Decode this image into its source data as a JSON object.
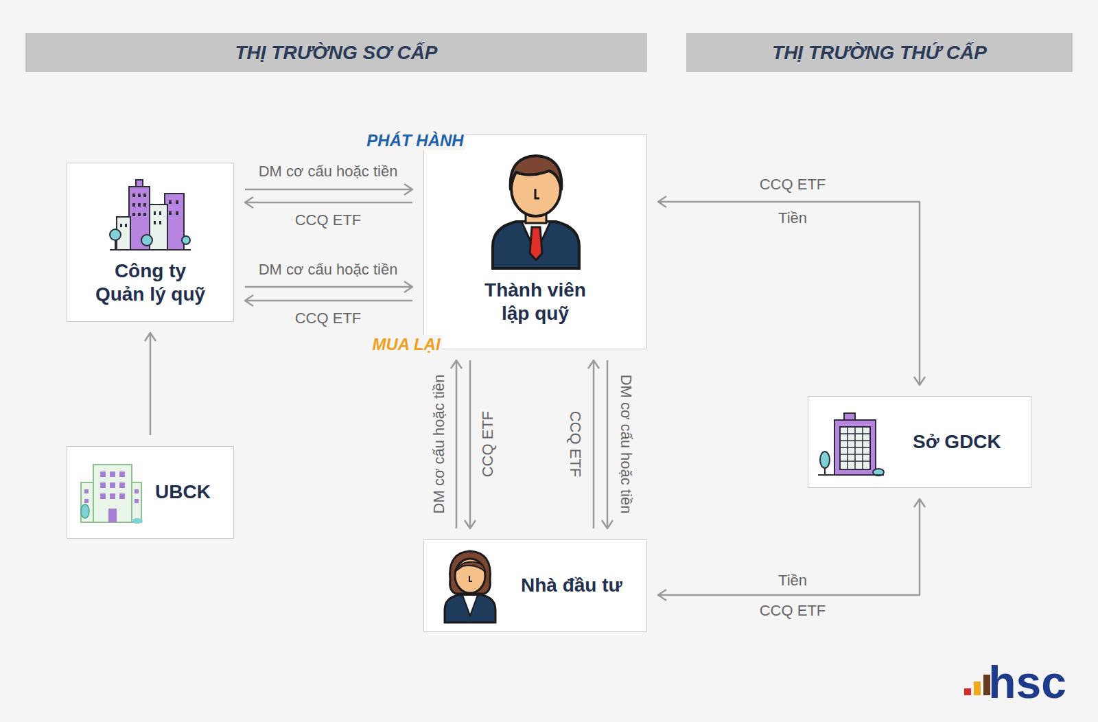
{
  "diagram": {
    "nodes": [
      {
        "text": [
          "THỊ TRƯỜNG SƠ CẤP"
        ]
      },
      {
        "text": [
          "THỊ TRƯỜNG THỨ CẤP"
        ]
      },
      {
        "text": [
          "Công ty Quản lý quỹ"
        ]
      },
      {
        "text": [
          "Thành viên lập quỹ"
        ]
      },
      {
        "text": [
          "Sở GDCK"
        ]
      },
      {
        "text": [
          "UBCK"
        ]
      },
      {
        "text": [
          "Nhà đầu tư"
        ]
      }
    ],
    "edges": [
      {
        "from": 2,
        "to": 3,
        "arrow": "to",
        "label": "DM cơ cấu hoặc tiền"
      },
      {
        "from": 3,
        "to": 2,
        "arrow": "to",
        "label": "CCQ ETF"
      },
      {
        "from": 2,
        "to": 3,
        "arrow": "to",
        "label": "DM cơ cấu hoặc tiền"
      },
      {
        "from": 3,
        "to": 2,
        "arrow": "to",
        "label": "CCQ ETF"
      },
      {
        "from": 5,
        "to": 2,
        "arrow": "to"
      },
      {
        "from": 6,
        "to": 3,
        "arrow": "to",
        "label": "DM cơ cấu hoặc tiền"
      },
      {
        "from": 3,
        "to": 6,
        "arrow": "to",
        "label": "CCQ ETF"
      },
      {
        "from": 6,
        "to": 3,
        "arrow": "to",
        "label": "CCQ ETF"
      },
      {
        "from": 3,
        "to": 6,
        "arrow": "to",
        "label": "DM cơ cấu hoặc tiền"
      },
      {
        "from": 3,
        "to": 4,
        "arrow": "both",
        "label": "CCQ ETF"
      },
      {
        "from": 6,
        "to": 4,
        "arrow": "both",
        "label": "Tiền"
      }
    ],
    "labels": [
      "PHÁT HÀNH",
      "MUA LẠI",
      "Tiền",
      "CCQ ETF",
      "hsc"
    ]
  }
}
